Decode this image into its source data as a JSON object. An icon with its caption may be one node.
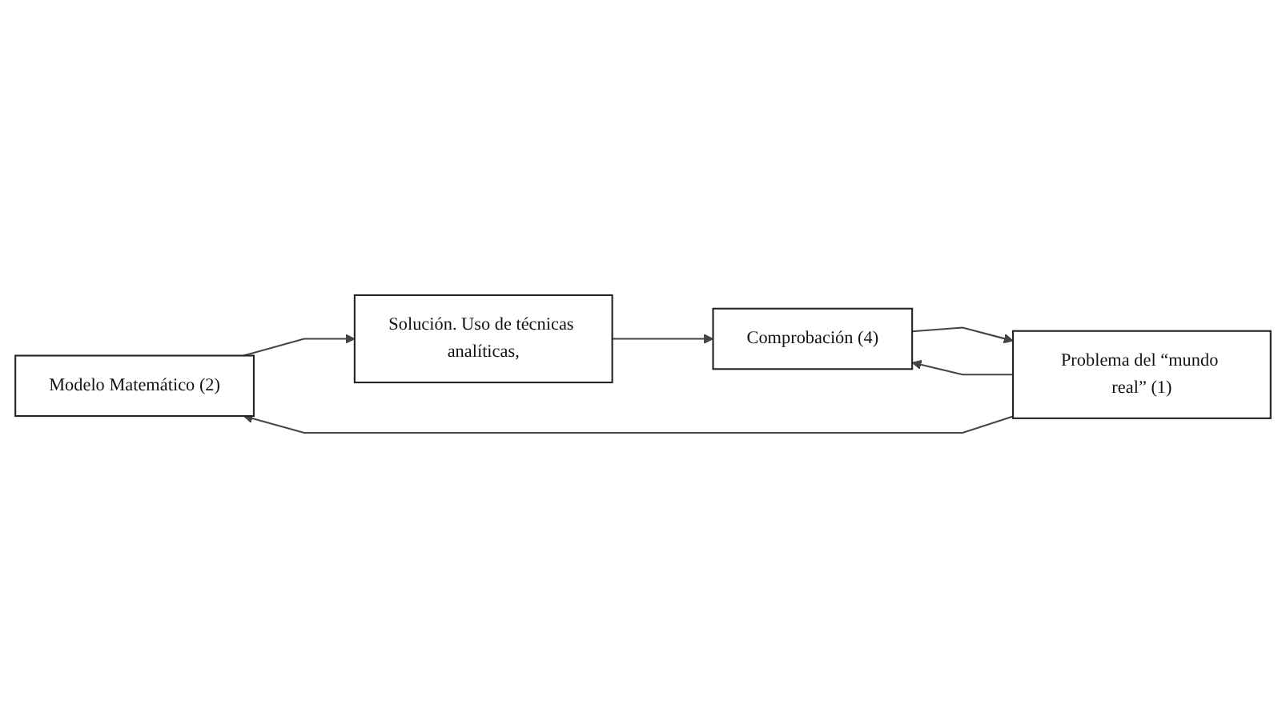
{
  "diagram": {
    "nodes": [
      {
        "text": [
          "Modelo Matemático (2)"
        ]
      },
      {
        "text": [
          "Solución. Uso de técnicas analíticas,"
        ]
      },
      {
        "text": [
          "Problema del “mundo real” (1)"
        ]
      },
      {
        "text": [
          "Comprobación (4)"
        ]
      }
    ],
    "edges": [
      {
        "from": 2,
        "to": 0,
        "arrow": "to"
      },
      {
        "from": 0,
        "to": 1,
        "arrow": "to"
      },
      {
        "from": 1,
        "to": 3,
        "arrow": "to"
      },
      {
        "from": 2,
        "to": 3,
        "arrow": "to"
      },
      {
        "from": 3,
        "to": 2,
        "arrow": "to"
      }
    ]
  }
}
